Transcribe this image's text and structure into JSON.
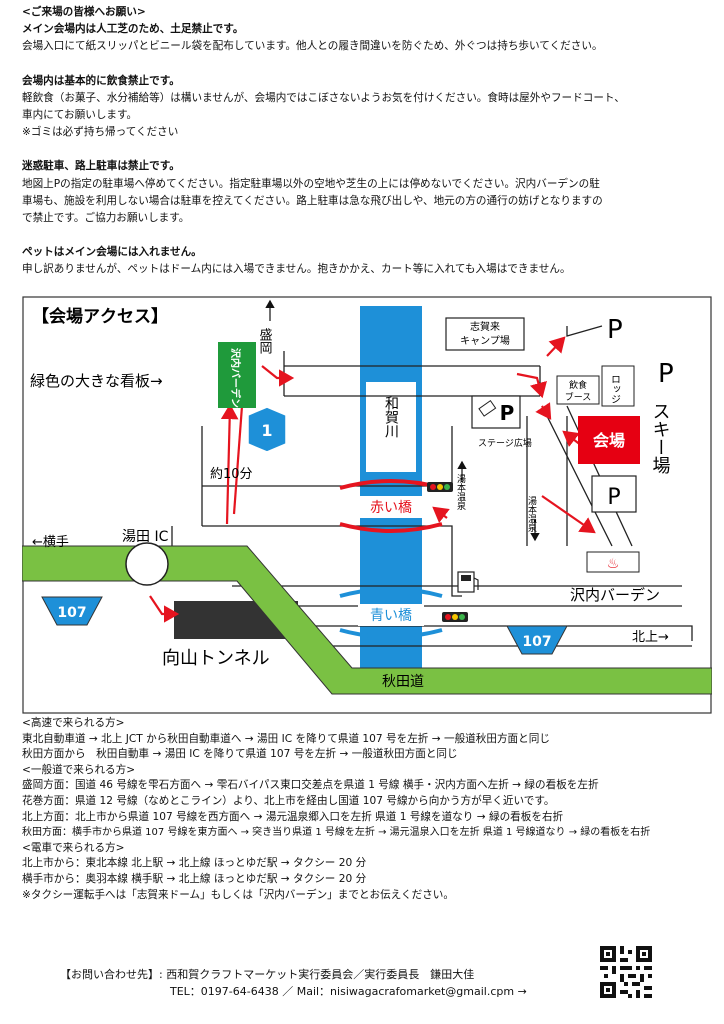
{
  "notice": {
    "title": "<ご来場の皆様へお願い>",
    "shoes": {
      "heading": "メイン会場内は人工芝のため、土足禁止です。",
      "body": "会場入口にて紙スリッパとビニール袋を配布しています。他人との履き間違いを防ぐため、外ぐつは持ち歩いてください。"
    },
    "food": {
      "heading": "会場内は基本的に飲食禁止です。",
      "line1": "軽飲食（お菓子、水分補給等）は構いませんが、会場内ではこぼさないようお気を付けください。食時は屋外やフードコート、",
      "line2": "車内にてお願いします。",
      "line3": "※ゴミは必ず持ち帰ってください"
    },
    "parking": {
      "heading": "迷惑駐車、路上駐車は禁止です。",
      "line1": "地図上Pの指定の駐車場へ停めてください。指定駐車場以外の空地や芝生の上には停めないでください。沢内バーデンの駐",
      "line2": "車場も、施設を利用しない場合は駐車を控えてください。路上駐車は急な飛び出しや、地元の方の通行の妨げとなりますの",
      "line3": "で禁止です。ご協力お願いします。"
    },
    "pets": {
      "heading": "ペットはメイン会場には入れません。",
      "body": "申し訳ありませんが、ペットはドーム内には入場できません。抱きかかえ、カート等に入れても入場はできません。"
    }
  },
  "map": {
    "title": "【会場アクセス】",
    "sign_label": "緑色の大きな看板→",
    "sign_text": "沢内バーデン",
    "route_number": "1",
    "route_107": "107",
    "morioka": "盛岡",
    "minutes": "約10分",
    "river": "和賀川",
    "akai_bashi": "赤い橋",
    "aoi_bashi": "青い橋",
    "yokote": "←横手",
    "yuda_ic": "湯田 IC",
    "tunnel": "向山トンネル",
    "akita_road": "秋田道",
    "kitakami": "北上→",
    "shigarai_camp": "志賀来\nキャンプ場",
    "stage": "ステージ広場",
    "yumoto1": "湯本温泉",
    "yumoto2": "湯本温泉",
    "inshoku": "飲食\nブース",
    "lodge": "ロッジ",
    "venue": "会場",
    "ski": "スキー場",
    "sawauchi_baden": "沢内バーデン",
    "p": "P",
    "colors": {
      "green": "#7ac143",
      "blue": "#1e90d8",
      "red": "#e5141f",
      "venue_red": "#e60012"
    }
  },
  "directions": {
    "highway_title": "<高速で来られる方>",
    "highway": [
      "東北自動車道 → 北上 JCT から秋田自動車道へ → 湯田 IC を降りて県道 107 号を左折 → 一般道秋田方面と同じ",
      "秋田方面から　秋田自動車 → 湯田 IC を降りて県道 107 号を左折 → 一般道秋田方面と同じ"
    ],
    "local_title": "<一般道で来られる方>",
    "local": [
      "盛岡方面：国道 46 号線を雫石方面へ → 雫石バイパス東口交差点を県道 1 号線 横手・沢内方面へ左折 → 緑の看板を左折",
      "花巻方面：県道 12 号線（なめとこライン）より、北上市を経由し国道 107 号線から向かう方が早く近いです。",
      "北上方面：北上市から県道 107 号線を西方面へ → 湯元温泉郷入口を左折 県道 1 号線を道なり → 緑の看板を右折",
      "秋田方面：横手市から県道 107 号線を東方面へ → 突き当り県道 1 号線を左折 → 湯元温泉入口を左折 県道 1 号線道なり → 緑の看板を右折"
    ],
    "train_title": "<電車で来られる方>",
    "train": [
      "北上市から：東北本線 北上駅 → 北上線 ほっとゆだ駅 → タクシー 20 分",
      "横手市から：奥羽本線 横手駅 → 北上線 ほっとゆだ駅 → タクシー 20 分"
    ],
    "taxi_note": "※タクシー運転手へは「志賀来ドーム」もしくは「沢内バーデン」までとお伝えください。"
  },
  "contact": {
    "line1": "【お問い合わせ先】: 西和賀クラフトマーケット実行委員会／実行委員長　鎌田大佳",
    "line2": "TEL：0197-64-6438 ／ Mail：nisiwagacrafomarket@gmail.cpm →"
  }
}
